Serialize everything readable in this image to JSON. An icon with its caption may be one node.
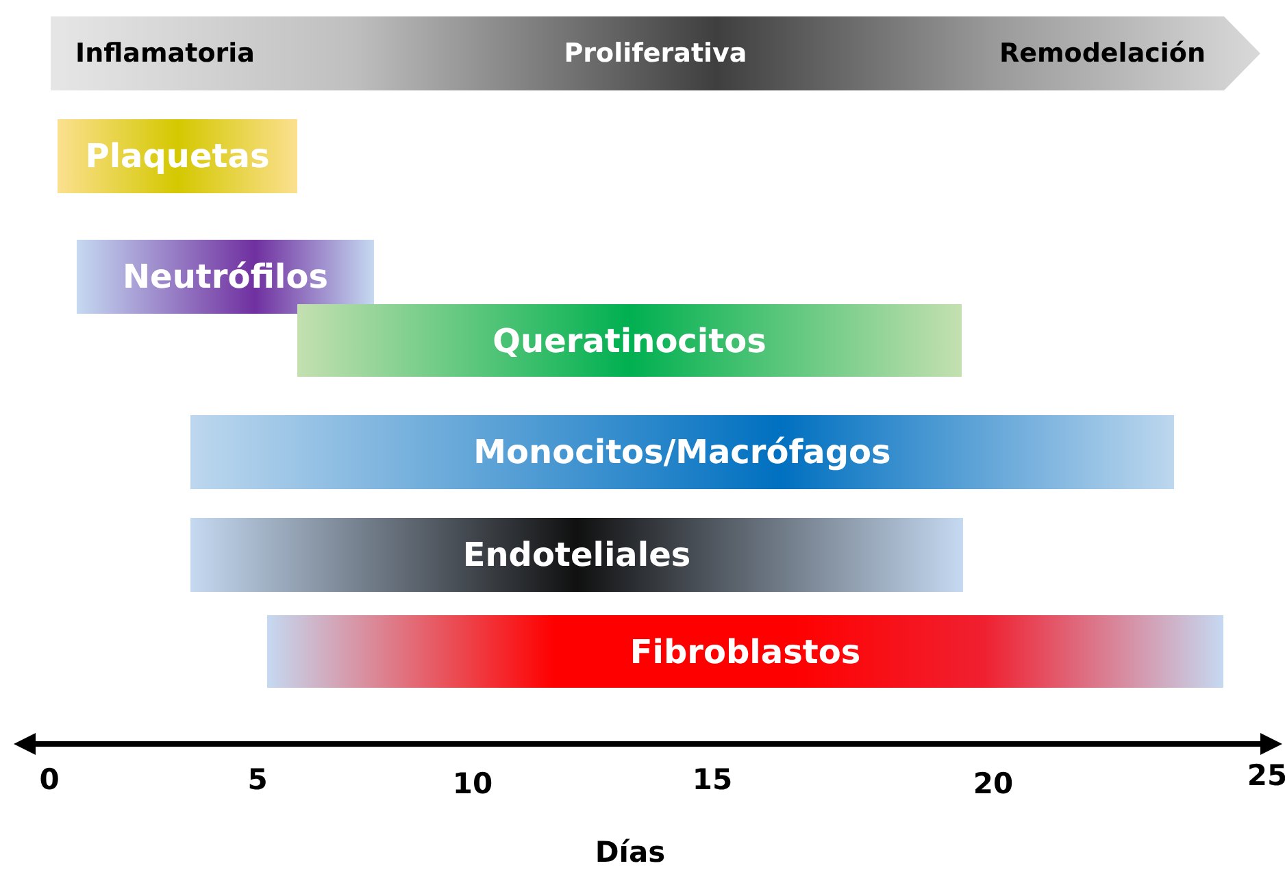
{
  "diagram": {
    "nodes": [
      {
        "text": [
          "Inflamatoria",
          "Proliferativa",
          "Remodelación"
        ]
      },
      {
        "text": [
          "Plaquetas"
        ]
      },
      {
        "text": [
          "Neutrófilos"
        ]
      },
      {
        "text": [
          "Queratinocitos"
        ]
      },
      {
        "text": [
          "Monocitos/Macrófagos"
        ]
      },
      {
        "text": [
          "Endoteliales"
        ]
      },
      {
        "text": [
          "Fibroblastos"
        ]
      }
    ],
    "labels": [
      "0",
      "5",
      "10",
      "15",
      "20",
      "25",
      "Días"
    ]
  }
}
